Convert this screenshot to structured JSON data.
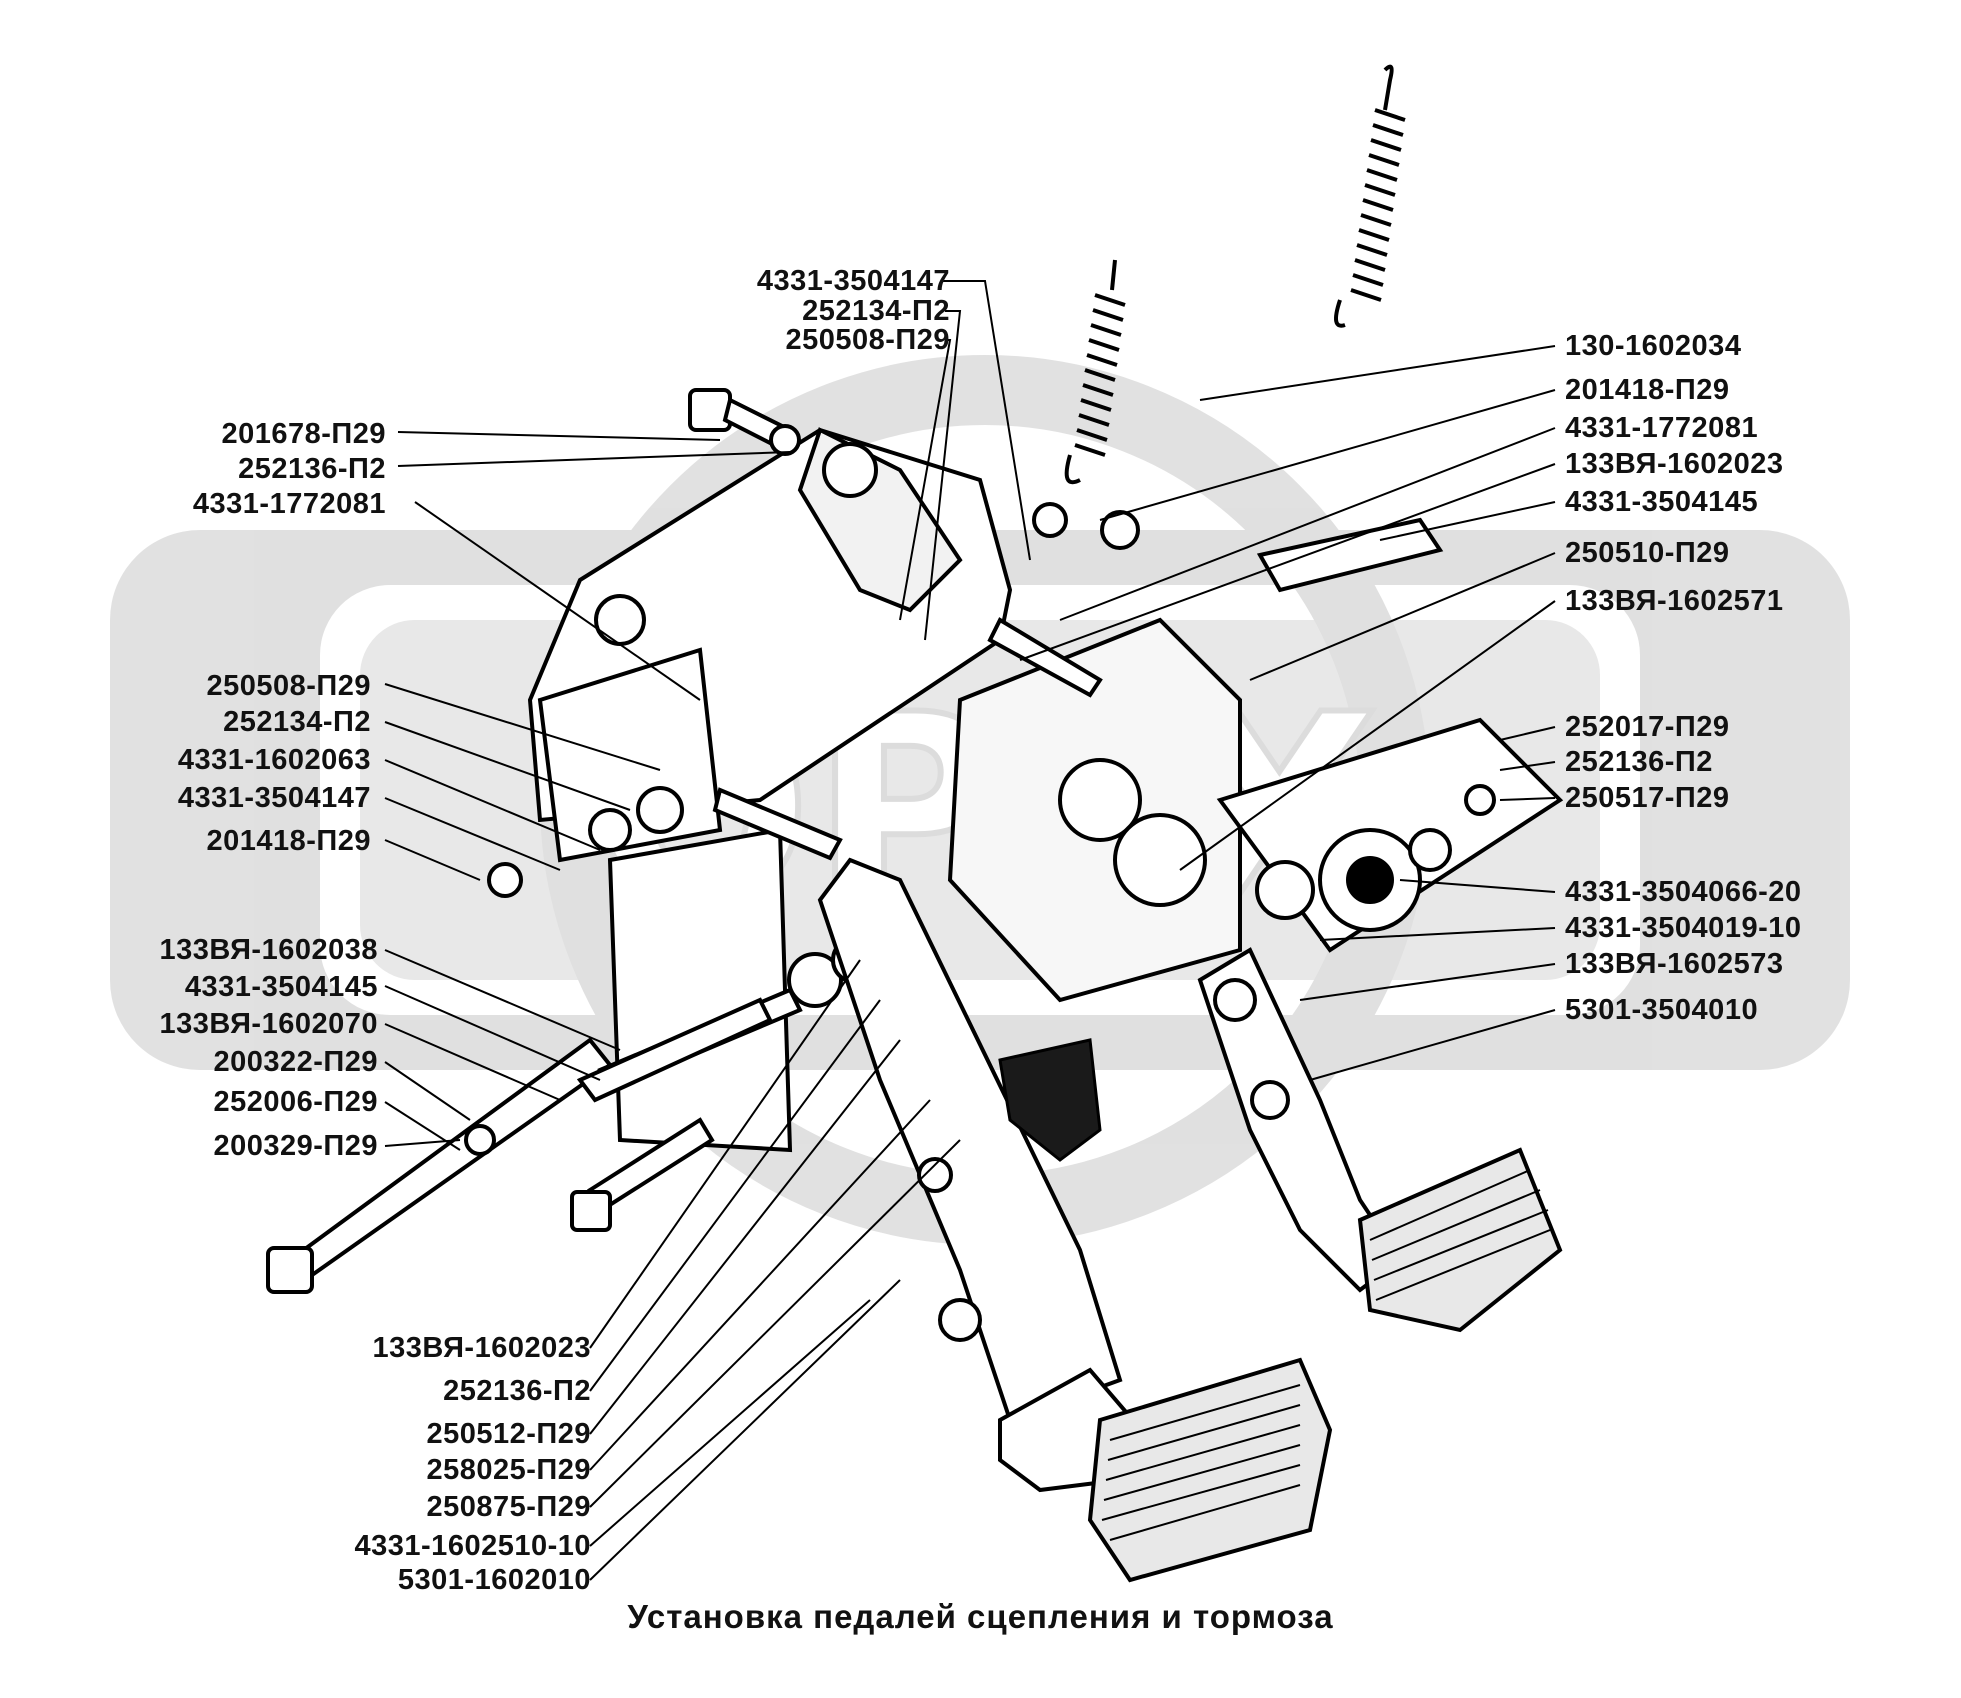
{
  "caption": "Установка педалей сцепления и тормоза",
  "labels_left": [
    "201678-П29",
    "252136-П2",
    "4331-1772081",
    "250508-П29",
    "252134-П2",
    "4331-1602063",
    "4331-3504147",
    "201418-П29",
    "133ВЯ-1602038",
    "4331-3504145",
    "133ВЯ-1602070",
    "200322-П29",
    "252006-П29",
    "200329-П29"
  ],
  "labels_top": [
    "4331-3504147",
    "252134-П2",
    "250508-П29"
  ],
  "labels_right": [
    "130-1602034",
    "201418-П29",
    "4331-1772081",
    "133ВЯ-1602023",
    "4331-3504145",
    "250510-П29",
    "133ВЯ-1602571",
    "252017-П29",
    "252136-П2",
    "250517-П29",
    "4331-3504066-20",
    "4331-3504019-10",
    "133ВЯ-1602573",
    "5301-3504010"
  ],
  "labels_bottom": [
    "133ВЯ-1602023",
    "252136-П2",
    "250512-П29",
    "258025-П29",
    "250875-П29",
    "4331-1602510-10",
    "5301-1602010"
  ]
}
